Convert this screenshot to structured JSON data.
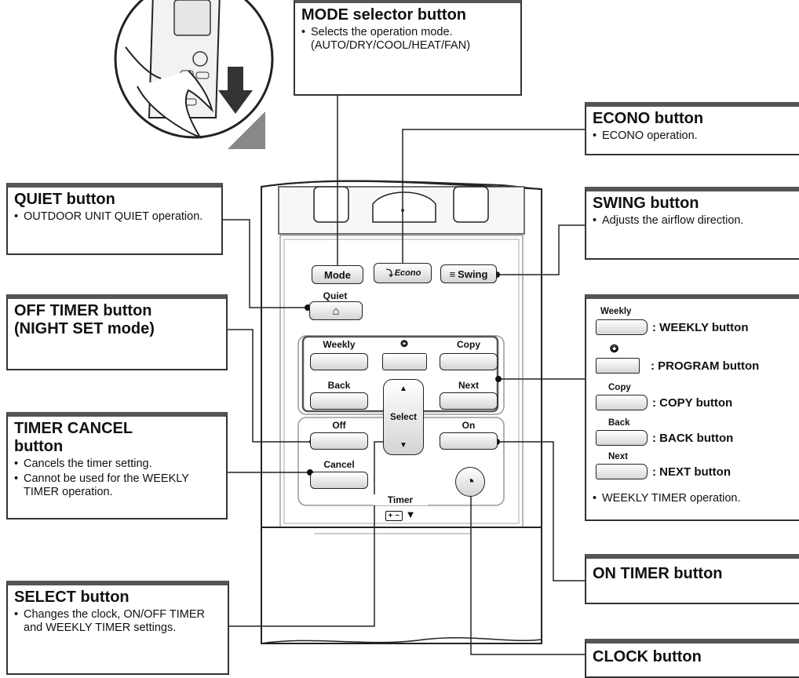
{
  "callouts": {
    "mode": {
      "title": "MODE selector button",
      "bullets": [
        "Selects the operation mode. (AUTO/DRY/COOL/HEAT/FAN)"
      ]
    },
    "econo": {
      "title": "ECONO button",
      "bullets": [
        "ECONO operation."
      ]
    },
    "quiet": {
      "title": "QUIET button",
      "bullets": [
        "OUTDOOR UNIT QUIET operation."
      ]
    },
    "swing": {
      "title": "SWING button",
      "bullets": [
        "Adjusts the airflow direction."
      ]
    },
    "off_timer": {
      "title": "OFF TIMER button (NIGHT SET mode)",
      "bullets": []
    },
    "timer_cancel": {
      "title": "TIMER CANCEL button",
      "bullets": [
        "Cancels the timer setting.",
        "Cannot be used for the WEEKLY TIMER operation."
      ]
    },
    "select": {
      "title": "SELECT button",
      "bullets": [
        "Changes the clock, ON/OFF TIMER and WEEKLY TIMER settings."
      ]
    },
    "on_timer": {
      "title": "ON TIMER button",
      "bullets": []
    },
    "clock": {
      "title": "CLOCK button",
      "bullets": []
    },
    "weekly_group": {
      "rows": [
        {
          "small": "Weekly",
          "text": ": WEEKLY button"
        },
        {
          "small": "⭗",
          "text": ": PROGRAM button"
        },
        {
          "small": "Copy",
          "text": ": COPY button"
        },
        {
          "small": "Back",
          "text": ": BACK button"
        },
        {
          "small": "Next",
          "text": ": NEXT button"
        }
      ],
      "bullet": "WEEKLY TIMER operation."
    }
  },
  "remote": {
    "mode_label": "Mode",
    "econo_label": "Econo",
    "swing_label": "Swing",
    "quiet_label": "Quiet",
    "weekly_label": "Weekly",
    "program_symbol": "⭗",
    "copy_label": "Copy",
    "back_label": "Back",
    "next_label": "Next",
    "select_label": "Select",
    "up_arrow": "▲",
    "down_arrow": "▼",
    "off_label": "Off",
    "on_label": "On",
    "cancel_label": "Cancel",
    "timer_label": "Timer",
    "clock_symbol": "◔",
    "battery_symbol": "▼"
  }
}
